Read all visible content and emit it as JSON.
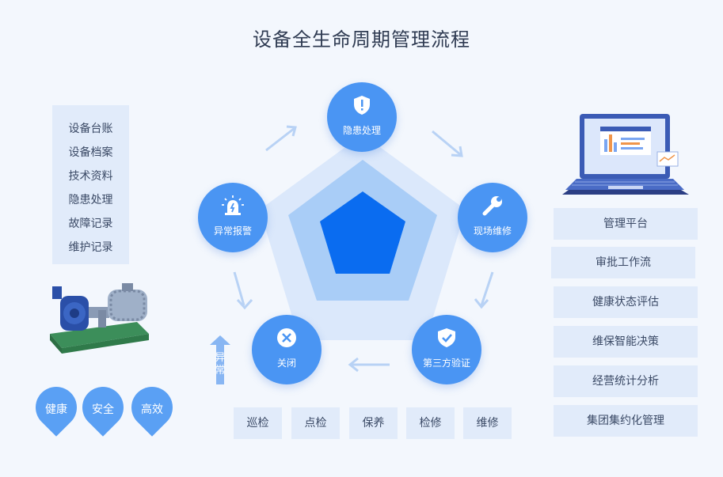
{
  "title": "设备全生命周期管理流程",
  "left_panel": [
    "设备台账",
    "设备档案",
    "技术资料",
    "隐患处理",
    "故障记录",
    "维护记录"
  ],
  "cycle": {
    "top": "隐患处理",
    "right": "现场维修",
    "bottom_right": "第三方验证",
    "bottom_left": "关闭",
    "left": "异常报警"
  },
  "side_arrow_label": "异常",
  "values": [
    "健康",
    "安全",
    "高效"
  ],
  "bottom_items": [
    "巡检",
    "点检",
    "保养",
    "检修",
    "维修"
  ],
  "right_items": [
    "管理平台",
    "审批工作流",
    "健康状态评估",
    "维保智能决策",
    "经营统计分析",
    "集团集约化管理"
  ],
  "colors": {
    "accent": "#4a95f3",
    "core": "#0a6cf0",
    "panel": "#e1ebfa"
  }
}
